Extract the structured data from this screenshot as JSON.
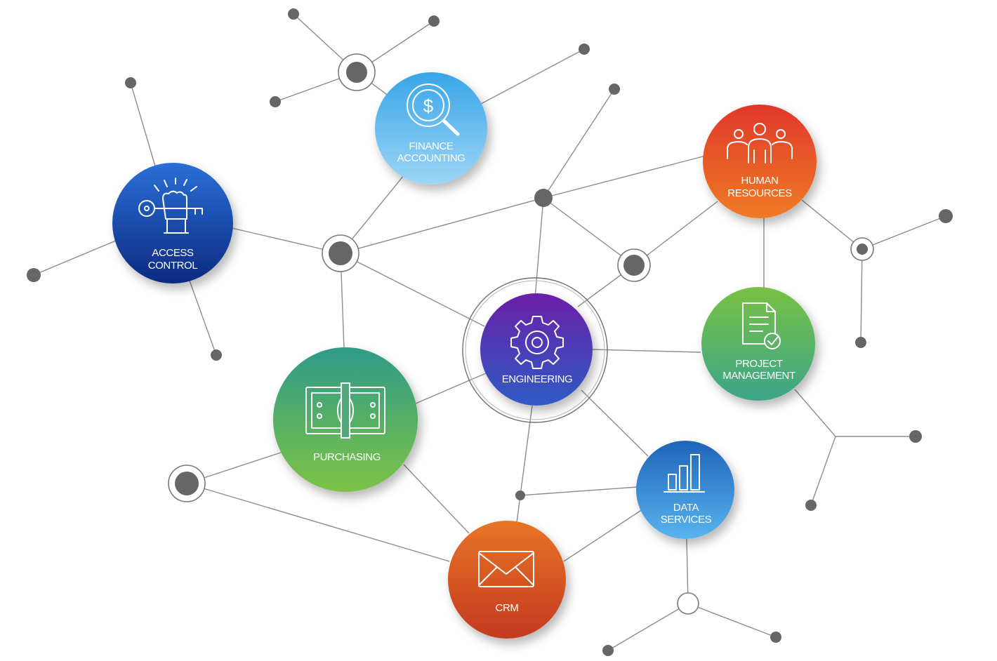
{
  "nodes": {
    "finance": {
      "line1": "FINANCE",
      "line2": "ACCOUNTING",
      "icon": "dollar-magnifier-icon",
      "color_top": "#39a5e8",
      "color_bottom": "#9dd6f6"
    },
    "access": {
      "line1": "ACCESS",
      "line2": "CONTROL",
      "icon": "key-hand-icon",
      "color_top": "#2a6fd6",
      "color_bottom": "#0c2a80"
    },
    "hr": {
      "line1": "HUMAN",
      "line2": "RESOURCES",
      "icon": "team-icon",
      "color_top": "#e0382b",
      "color_bottom": "#ef7b26"
    },
    "engineering": {
      "line1": "ENGINEERING",
      "icon": "gear-icon",
      "color_top": "#6a1fa8",
      "color_bottom": "#2f5bc4"
    },
    "project": {
      "line1": "PROJECT",
      "line2": "MANAGEMENT",
      "icon": "checked-document-icon",
      "color_top": "#79c143",
      "color_bottom": "#3ba58a"
    },
    "purchasing": {
      "line1": "PURCHASING",
      "icon": "banknote-icon",
      "color_top": "#2f9a88",
      "color_bottom": "#7cc445"
    },
    "data": {
      "line1": "DATA",
      "line2": "SERVICES",
      "icon": "bar-chart-icon",
      "color_top": "#1f64b8",
      "color_bottom": "#58b4ef"
    },
    "crm": {
      "line1": "CRM",
      "icon": "envelope-icon",
      "color_top": "#e87528",
      "color_bottom": "#c4391f"
    }
  },
  "colors": {
    "connector": "#8d8d8d",
    "junction": "#666666",
    "label": "#ffffff"
  }
}
